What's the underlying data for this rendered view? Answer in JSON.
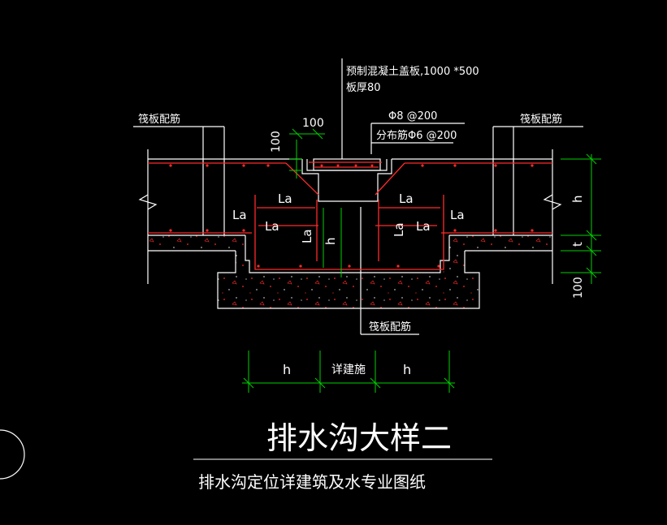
{
  "colors": {
    "background": "#000000",
    "line": "#ffffff",
    "rebar": "#ff2a2a",
    "dimension": "#00d000",
    "concrete_dots": "#ff2a2a"
  },
  "labels": {
    "cover_slab_line1": "预制混凝土盖板,1000 *500",
    "cover_slab_line2": "板厚80",
    "raft_rebar_left": "筏板配筋",
    "raft_rebar_right": "筏板配筋",
    "raft_rebar_bottom": "筏板配筋",
    "rebar_spec_main": "Φ8 @200",
    "rebar_spec_dist": "分布筋Φ6 @200",
    "dim_100_top": "100",
    "dim_100_left_vertical": "100",
    "la_upper_left": "La",
    "la_upper_right": "La",
    "la_left": "La",
    "la_lower_left": "La",
    "la_vertical_left": "La",
    "la_vertical_right": "La",
    "la_lower_right": "La",
    "la_right": "La",
    "h_center": "h",
    "h_right_dim": "h",
    "t_right_dim": "t",
    "dim_100_right": "100",
    "h_bottom_left": "h",
    "detail_bottom_center": "详建施",
    "h_bottom_right": "h"
  },
  "title": {
    "main": "排水沟大样二",
    "note": "排水沟定位详建筑及水专业图纸"
  }
}
